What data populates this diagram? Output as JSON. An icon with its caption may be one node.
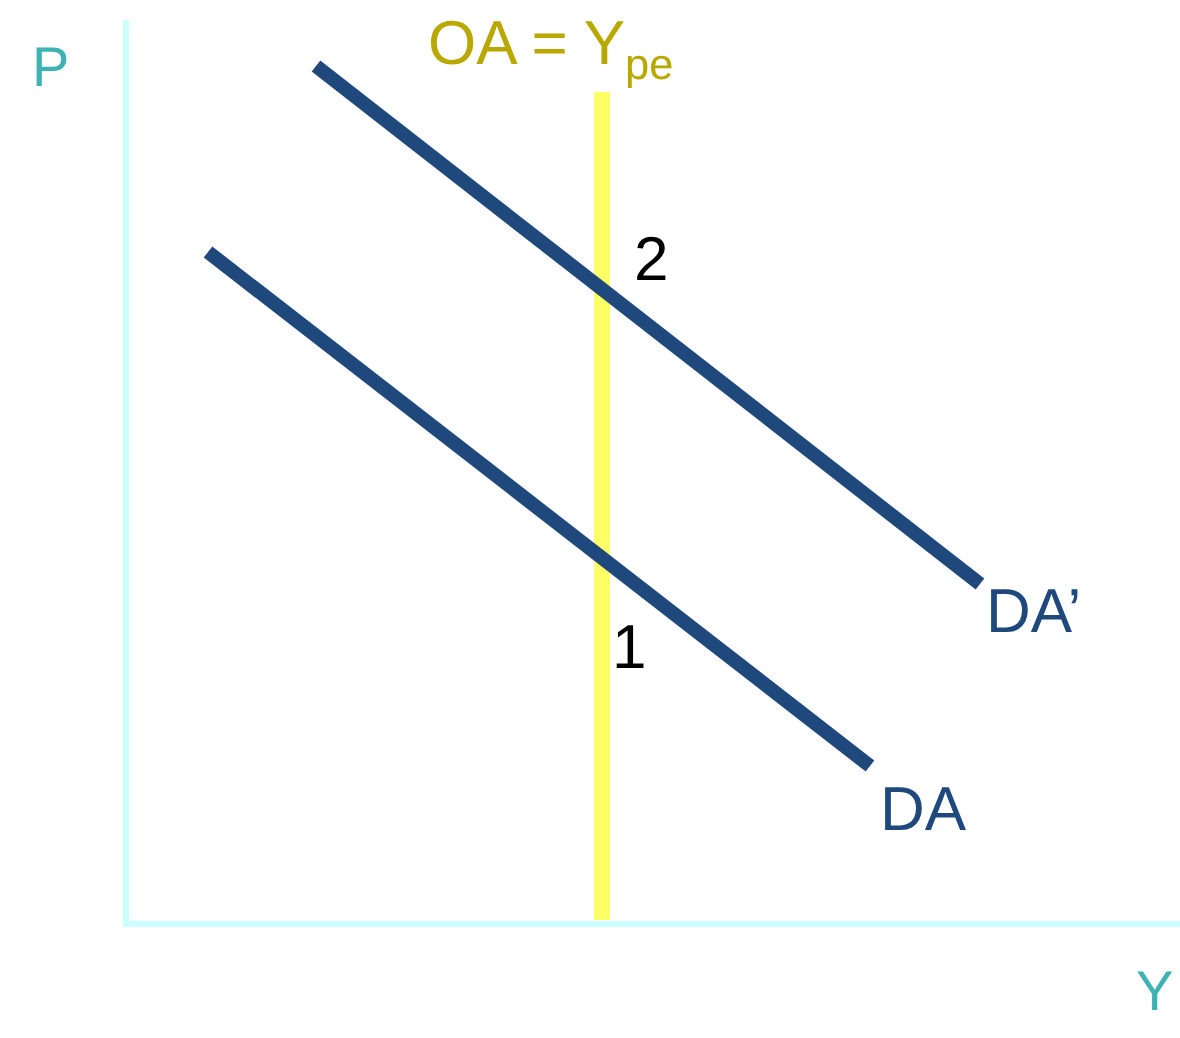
{
  "diagram": {
    "labels": [
      "P",
      "OA = Y$_{pe}$",
      "2",
      "1",
      "DA’",
      "DA",
      "Y"
    ]
  }
}
